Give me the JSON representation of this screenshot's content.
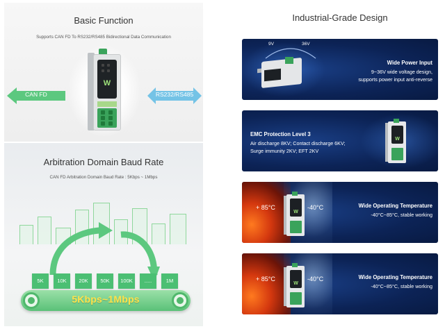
{
  "left_top": {
    "title": "Basic Function",
    "subtitle": "Supports CAN FD To RS232/RS485 Bidirectional Data Communication",
    "arrow_left": "CAN FD",
    "arrow_right": "RS232/RS485",
    "device_logo": "W"
  },
  "left_bottom": {
    "title": "Arbitration Domain Baud Rate",
    "subtitle": "CAN FD Arbitration Domain Baud Rate : 5Kbps ~ 1Mbps",
    "chips": [
      "5K",
      "10K",
      "20K",
      "50K",
      "100K",
      ".....",
      "1M"
    ],
    "belt_text": "5Kbps~1Mbps"
  },
  "right": {
    "title": "Industrial-Grade Design",
    "cards": [
      {
        "heading": "Wide Power Input",
        "lines": [
          "9~36V wide voltage design,",
          "supports power input anti-reverse"
        ],
        "marks": [
          "9V",
          "36V"
        ]
      },
      {
        "heading": "EMC Protection Level 3",
        "lines": [
          "Air discharge 8KV; Contact discharge 6KV;",
          "Surge immunity 2KV; EFT 2KV"
        ]
      },
      {
        "heading": "Wide Operating Temperature",
        "lines": [
          "-40°C~85°C, stable working"
        ],
        "hot": "+ 85°C",
        "cold": "-40°C"
      },
      {
        "heading": "Wide Operating Temperature",
        "lines": [
          "-40°C~85°C, stable working"
        ],
        "hot": "+ 85°C",
        "cold": "-40°C"
      }
    ]
  },
  "colors": {
    "green": "#4bbf73",
    "card_blue": "#0c2356",
    "arrow_blue": "#6cc0e8",
    "belt_text": "#ffe24a"
  }
}
